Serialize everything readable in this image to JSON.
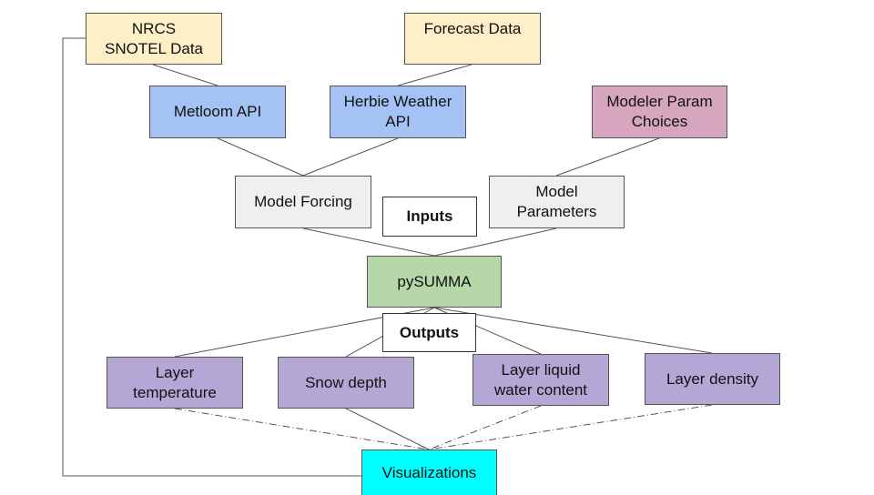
{
  "colors": {
    "data_source": "#fdefc7",
    "api": "#a4c2f4",
    "modeler": "#d5a6bd",
    "intermediate": "#efefef",
    "model": "#b6d7a8",
    "output": "#b4a7d6",
    "visualization": "#00ffff",
    "label": "#ffffff",
    "line": "#555555"
  },
  "nodes": {
    "nrcs": "NRCS\nSNOTEL Data",
    "forecast": "Forecast Data",
    "metloom": "Metloom API",
    "herbie": "Herbie Weather\nAPI",
    "modeler_param": "Modeler Param\nChoices",
    "model_forcing": "Model Forcing",
    "model_parameters": "Model\nParameters",
    "inputs": "Inputs",
    "pysumma": "pySUMMA",
    "outputs": "Outputs",
    "layer_temperature": "Layer\ntemperature",
    "snow_depth": "Snow depth",
    "layer_liquid_water": "Layer liquid\nwater content",
    "layer_density": "Layer density",
    "visualizations": "Visualizations"
  },
  "edges": [
    {
      "from": "nrcs",
      "to": "metloom",
      "style": "solid"
    },
    {
      "from": "forecast",
      "to": "herbie",
      "style": "solid"
    },
    {
      "from": "metloom",
      "to": "model_forcing",
      "style": "solid"
    },
    {
      "from": "herbie",
      "to": "model_forcing",
      "style": "solid"
    },
    {
      "from": "modeler_param",
      "to": "model_parameters",
      "style": "solid"
    },
    {
      "from": "model_forcing",
      "to": "pysumma",
      "style": "solid"
    },
    {
      "from": "model_parameters",
      "to": "pysumma",
      "style": "solid"
    },
    {
      "from": "pysumma",
      "to": "layer_temperature",
      "style": "solid"
    },
    {
      "from": "pysumma",
      "to": "snow_depth",
      "style": "solid"
    },
    {
      "from": "pysumma",
      "to": "layer_liquid_water",
      "style": "solid"
    },
    {
      "from": "pysumma",
      "to": "layer_density",
      "style": "solid"
    },
    {
      "from": "snow_depth",
      "to": "visualizations",
      "style": "solid"
    },
    {
      "from": "layer_temperature",
      "to": "visualizations",
      "style": "dash-dot"
    },
    {
      "from": "layer_liquid_water",
      "to": "visualizations",
      "style": "dash-dot"
    },
    {
      "from": "layer_density",
      "to": "visualizations",
      "style": "dash-dot"
    },
    {
      "from": "nrcs",
      "to": "visualizations",
      "style": "elbow"
    }
  ]
}
